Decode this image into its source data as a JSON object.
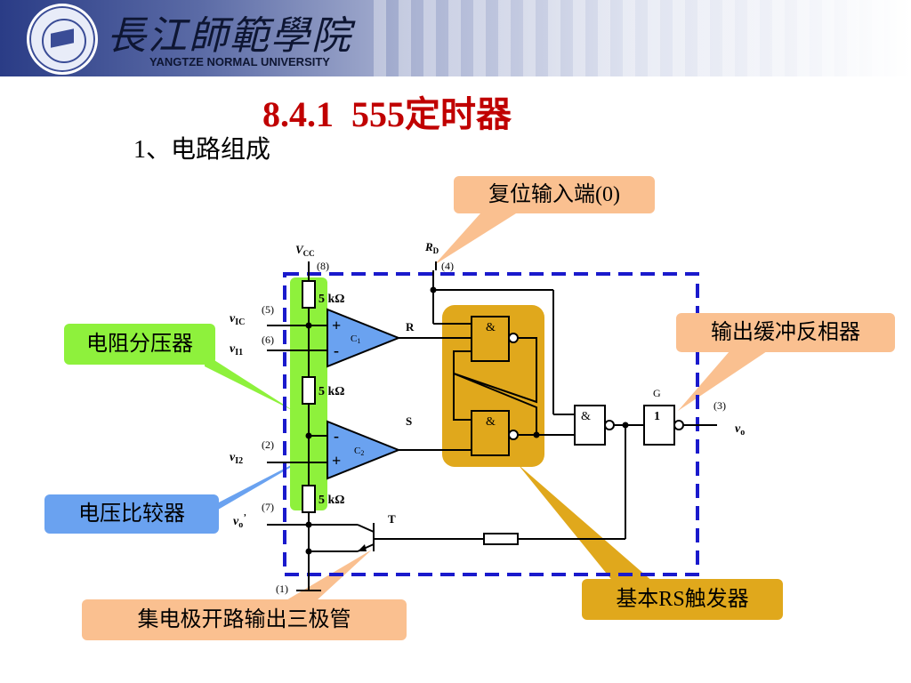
{
  "header": {
    "logo_cn": "長江師範學院",
    "logo_en": "YANGTZE NORMAL UNIVERSITY"
  },
  "title": "8.4.1  555定时器",
  "subtitle": "1、电路组成",
  "callouts": {
    "reset": "复位输入端(0)",
    "divider": "电阻分压器",
    "buffer": "输出缓冲反相器",
    "comparator": "电压比较器",
    "rs_flipflop": "基本RS触发器",
    "transistor": "集电极开路输出三极管"
  },
  "circuit": {
    "vcc": "V",
    "vcc_sub": "CC",
    "rd": "R",
    "rd_sub": "D",
    "pin8": "(8)",
    "pin4": "(4)",
    "pin5": "(5)",
    "pin6": "(6)",
    "pin2": "(2)",
    "pin7": "(7)",
    "pin1": "(1)",
    "pin3": "(3)",
    "vic": "v",
    "vic_sub": "IC",
    "vi1": "v",
    "vi1_sub": "I1",
    "vi2": "v",
    "vi2_sub": "I2",
    "vo_prime": "v",
    "vo_prime_sub": "o",
    "vo_prime_mark": "’",
    "vo": "v",
    "vo_sub": "o",
    "resistor_label": "5 kΩ",
    "c1": "C",
    "c1_sub": "1",
    "c2": "C",
    "c2_sub": "2",
    "plus": "+",
    "minus": "-",
    "r_label": "R",
    "s_label": "S",
    "and_symbol": "&",
    "g_label": "G",
    "inverter_label": "1",
    "t_label": "T"
  },
  "colors": {
    "title": "#c00000",
    "divider_fill": "#8ef13c",
    "comparator_fill": "#6aa2f0",
    "flipflop_fill": "#e0a81c",
    "callout_peach": "#fac090",
    "callout_green": "#8ef13c",
    "callout_blue": "#6aa2f0",
    "callout_gold": "#e0a81c",
    "dashed_box": "#1a1acc"
  }
}
